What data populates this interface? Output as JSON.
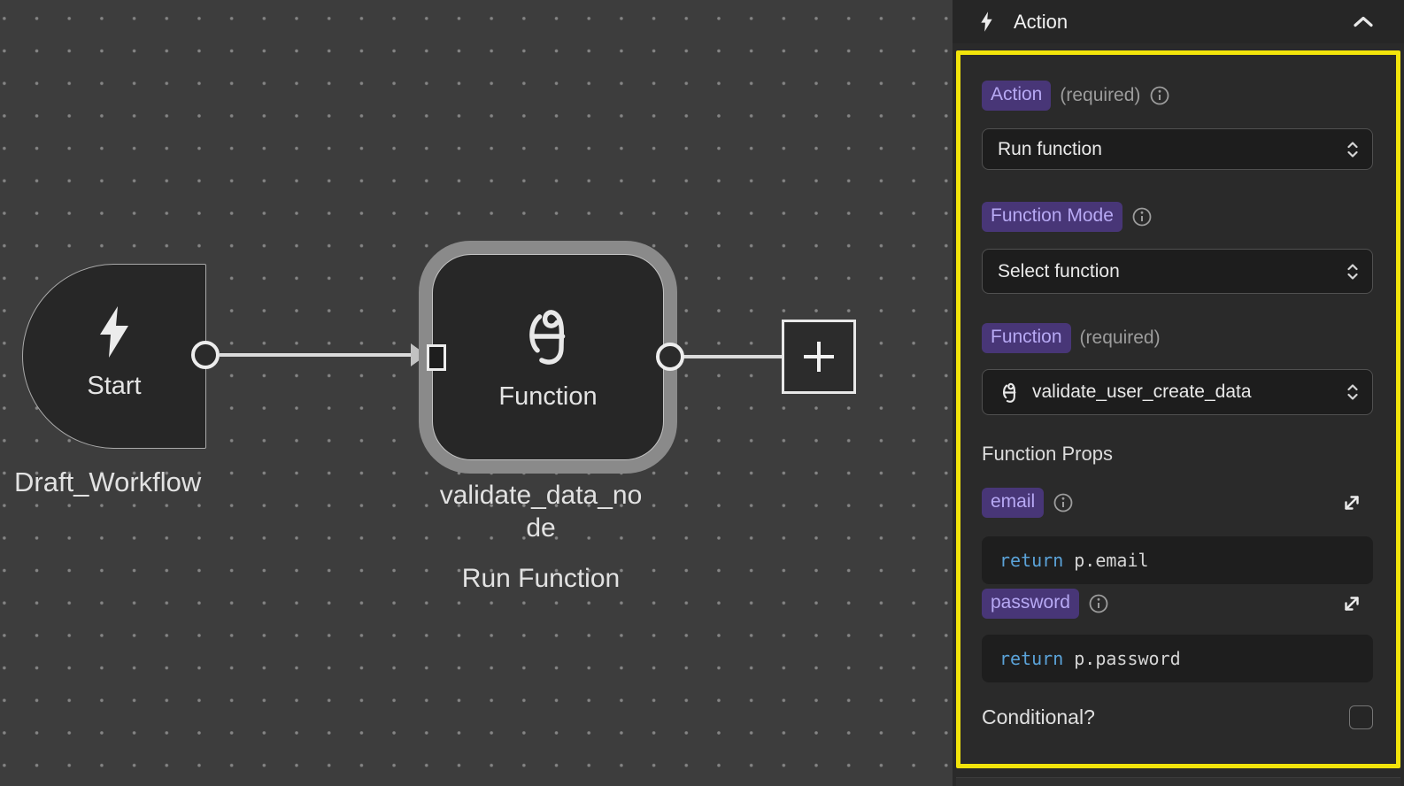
{
  "canvas": {
    "start_node": {
      "title": "Start",
      "name": "Draft_Workflow",
      "icon": "lightning-icon"
    },
    "function_node": {
      "title": "Function",
      "name_lines": [
        "validate_data_no",
        "de"
      ],
      "subtitle": "Run Function",
      "icon": "function-icon",
      "selected": true
    }
  },
  "panel": {
    "header": {
      "title": "Action",
      "icon": "lightning-icon",
      "collapse_icon": "chevron-up-icon"
    },
    "action": {
      "label": "Action",
      "required": "(required)",
      "value": "Run function",
      "has_info": true
    },
    "function_mode": {
      "label": "Function Mode",
      "value": "Select function",
      "has_info": true
    },
    "function": {
      "label": "Function",
      "required": "(required)",
      "value": "validate_user_create_data",
      "value_icon": "function-icon"
    },
    "function_props": {
      "title": "Function Props",
      "email": {
        "label": "email",
        "code_keyword": "return",
        "code_body": "p.email"
      },
      "password": {
        "label": "password",
        "code_keyword": "return",
        "code_body": "p.password"
      }
    },
    "conditional": {
      "label": "Conditional?",
      "checked": false
    }
  },
  "colors": {
    "highlight_border": "#F2E40B",
    "pill_bg": "#483677",
    "pill_text": "#B7A9F4",
    "code_keyword_blue": "#5BA3D9",
    "canvas_bg": "#3D3D3D",
    "panel_bg": "#2A2A2A",
    "node_bg": "#272727",
    "selection_ring": "#8A8A8A"
  }
}
